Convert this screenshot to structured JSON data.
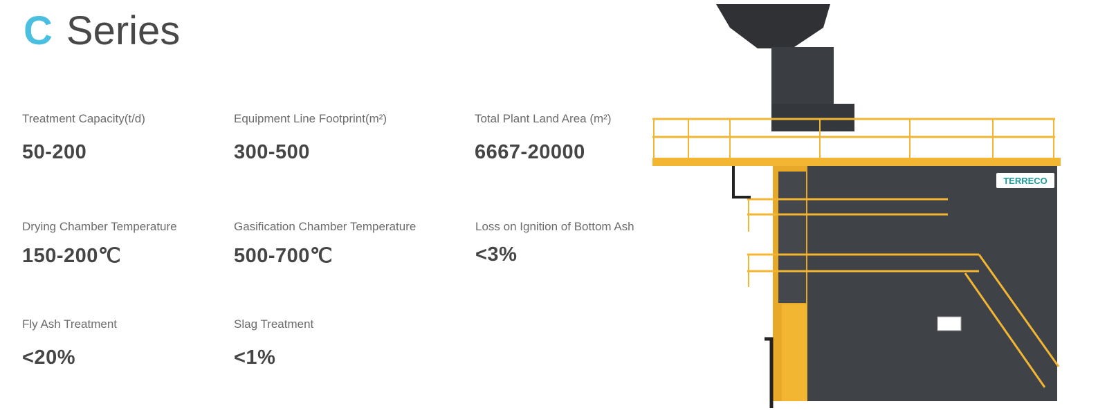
{
  "title": {
    "letter": "C",
    "word": "Series"
  },
  "specs": [
    {
      "label": "Treatment Capacity(t/d)",
      "value": "50-200"
    },
    {
      "label": "Equipment Line Footprint(m²)",
      "value": "300-500"
    },
    {
      "label": "Total Plant Land Area (m²)",
      "value": "6667-20000"
    },
    {
      "label": "Drying Chamber Temperature",
      "value": "150-200℃"
    },
    {
      "label": "Gasification Chamber Temperature",
      "value": "500-700℃"
    },
    {
      "label": "Loss on Ignition of Bottom Ash",
      "value": "<3%"
    },
    {
      "label": "Fly Ash Treatment",
      "value": "<20%"
    },
    {
      "label": "Slag Treatment",
      "value": "<1%"
    }
  ],
  "image": {
    "brand": "TERRECO"
  },
  "colors": {
    "accent": "#4bbfe0",
    "frame": "#f2b632",
    "body": "#3f4246",
    "brand": "#1a9a9a"
  }
}
